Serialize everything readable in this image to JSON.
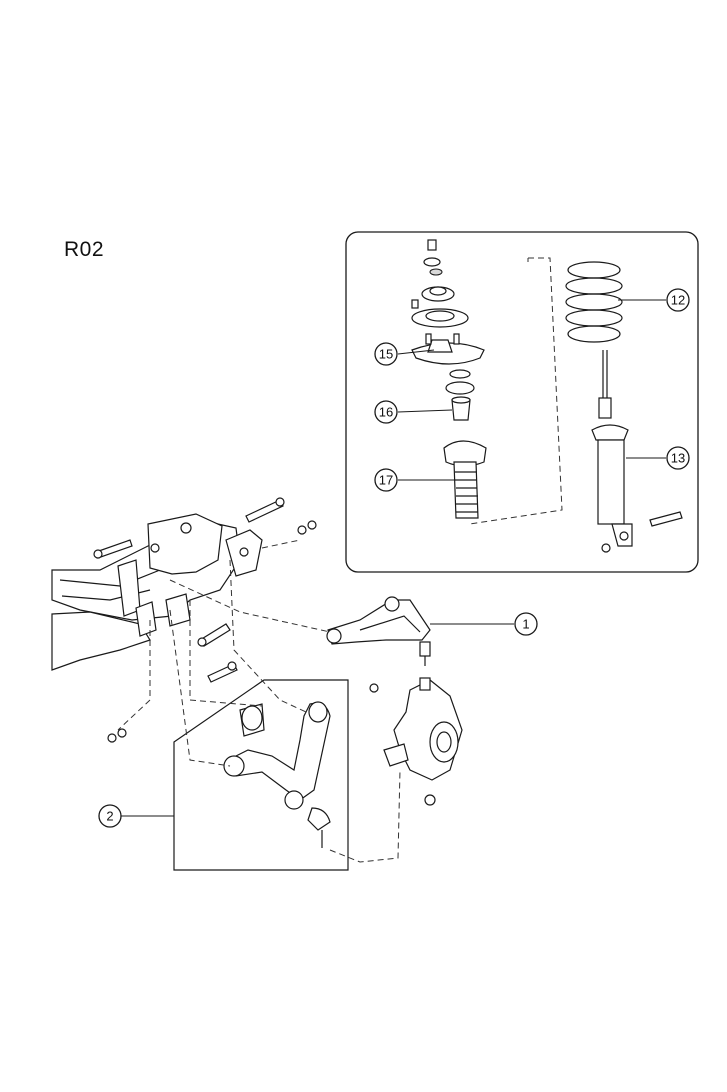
{
  "diagram": {
    "title": "R02",
    "callouts": [
      {
        "id": "c1",
        "label": "1"
      },
      {
        "id": "c2",
        "label": "2"
      },
      {
        "id": "c12",
        "label": "12"
      },
      {
        "id": "c13",
        "label": "13"
      },
      {
        "id": "c15",
        "label": "15"
      },
      {
        "id": "c16",
        "label": "16"
      },
      {
        "id": "c17",
        "label": "17"
      }
    ],
    "colors": {
      "line": "#1a1a1a",
      "part_fill": "#ffffff",
      "shade": "#d9d9d9"
    }
  }
}
